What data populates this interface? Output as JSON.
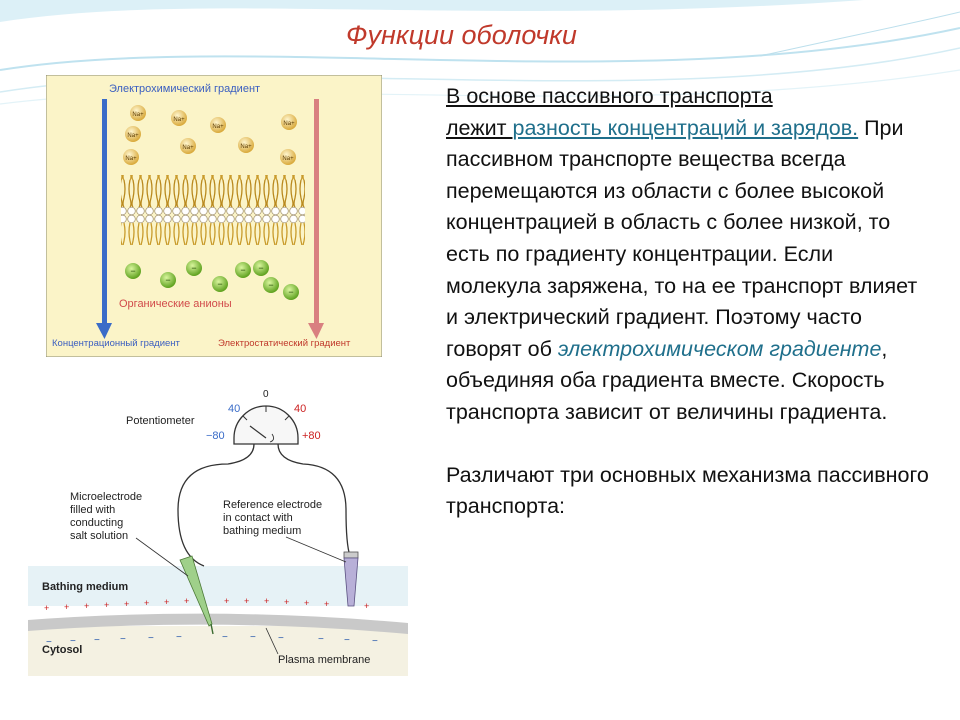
{
  "slide": {
    "title": "Функции оболочки"
  },
  "text": {
    "p1": {
      "s1": "В основе пассивного транспорта",
      "s2": "лежит ",
      "link": "разность концентраций и зарядов.",
      "s3": " При пассивном транспорте вещества всегда перемещаются из области с более высокой концентрацией в область с более низкой, то есть по градиенту концентрации. Если молекула заряжена, то на ее транспорт влияет и электрический градиент. Поэтому часто говорят об ",
      "em": "электрохимическом градиенте",
      "s4": ", объединяя оба градиента вместе. Скорость транспорта зависит от величины градиента."
    },
    "p2": "Различают три основных механизма пассивного транспорта:"
  },
  "fig1": {
    "top_label": "Электрохимический градиент",
    "ion_label": "Na+",
    "anion_label": "Органические анионы",
    "left_label": "Концентрационный градиент",
    "right_label": "Электростатический градиент",
    "colors": {
      "bg": "#fbf4c8",
      "left_arrow": "#3a6cc8",
      "right_arrow": "#d98080",
      "sodium": "#e8c15a",
      "anion": "#8cc43c"
    }
  },
  "fig2": {
    "potentiometer": "Potentiometer",
    "scale_zero": "0",
    "scale_l40": "40",
    "scale_r40": "40",
    "scale_lm80": "−80",
    "scale_rp80": "+80",
    "micro_line1": "Microelectrode",
    "micro_line2": "filled with",
    "micro_line3": "conducting",
    "micro_line4": "salt solution",
    "ref_line1": "Reference electrode",
    "ref_line2": "in contact with",
    "ref_line3": "bathing medium",
    "bathing": "Bathing medium",
    "cytosol": "Cytosol",
    "plasma": "Plasma membrane",
    "colors": {
      "bathing": "#e6f2f6",
      "cytosol": "#f4f1e2",
      "plus": "#cc2222",
      "minus": "#2255aa"
    }
  }
}
